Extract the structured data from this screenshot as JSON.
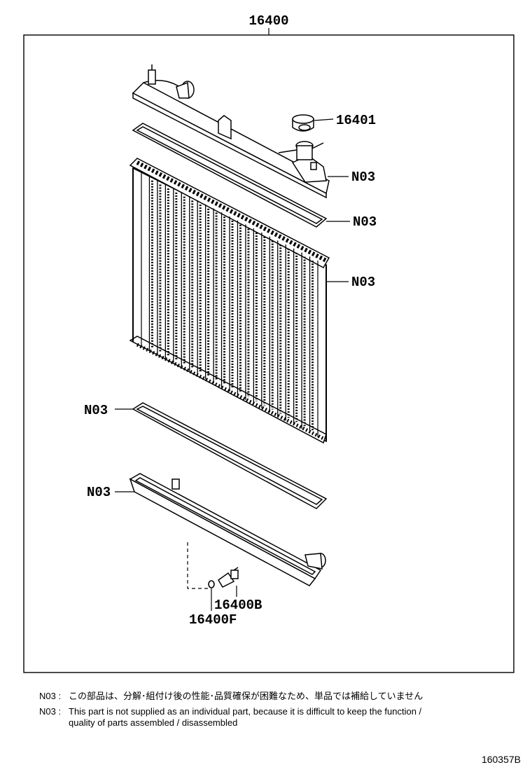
{
  "diagram": {
    "assembly_label": "16400",
    "callouts": {
      "cap": "16401",
      "upper_tank": "N03",
      "upper_gasket": "N03",
      "core": "N03",
      "lower_gasket": "N03",
      "lower_tank": "N03",
      "drain_cock": "16400B",
      "drain_oring": "16400F"
    }
  },
  "notes": [
    {
      "code": "N03 :",
      "text": "この部品は、分解･組付け後の性能･品質確保が困難なため、単品では補給していません"
    },
    {
      "code": "N03 :",
      "text": "This part is not supplied as an individual part, because it is difficult to keep the function /"
    }
  ],
  "note_continuation": "quality of parts assembled / disassembled",
  "diagram_id": "160357B"
}
